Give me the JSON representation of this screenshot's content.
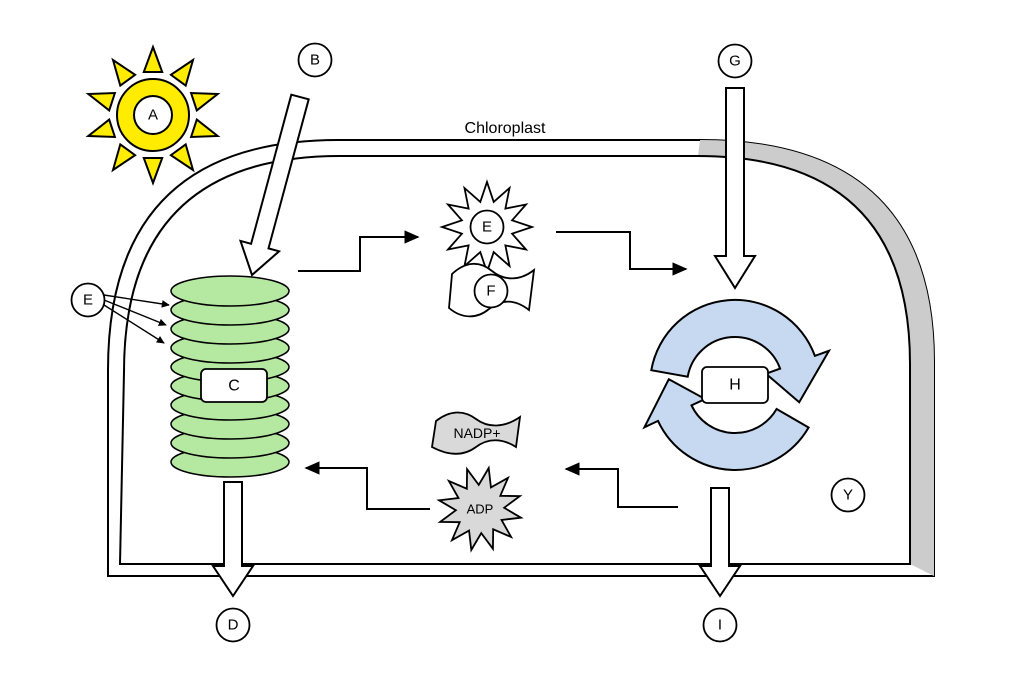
{
  "diagram": {
    "title": "Chloroplast",
    "sun": {
      "label": "A"
    },
    "inputs": {
      "b": "B",
      "g": "G"
    },
    "outputs": {
      "d": "D",
      "i": "I"
    },
    "granum": {
      "label": "C",
      "pointer_label": "E"
    },
    "energy_top": {
      "burst": "E",
      "flag": "F"
    },
    "cycle": {
      "label": "H"
    },
    "carriers": {
      "nadp": "NADP+",
      "adp": "ADP"
    },
    "stroma": {
      "label": "Y"
    }
  },
  "colors": {
    "sun_yellow": "#ffec00",
    "granum_green": "#b5e8a0",
    "cycle_blue": "#c6d9f0",
    "carrier_gray": "#d9d9d9",
    "membrane_gray": "#cccccc"
  }
}
